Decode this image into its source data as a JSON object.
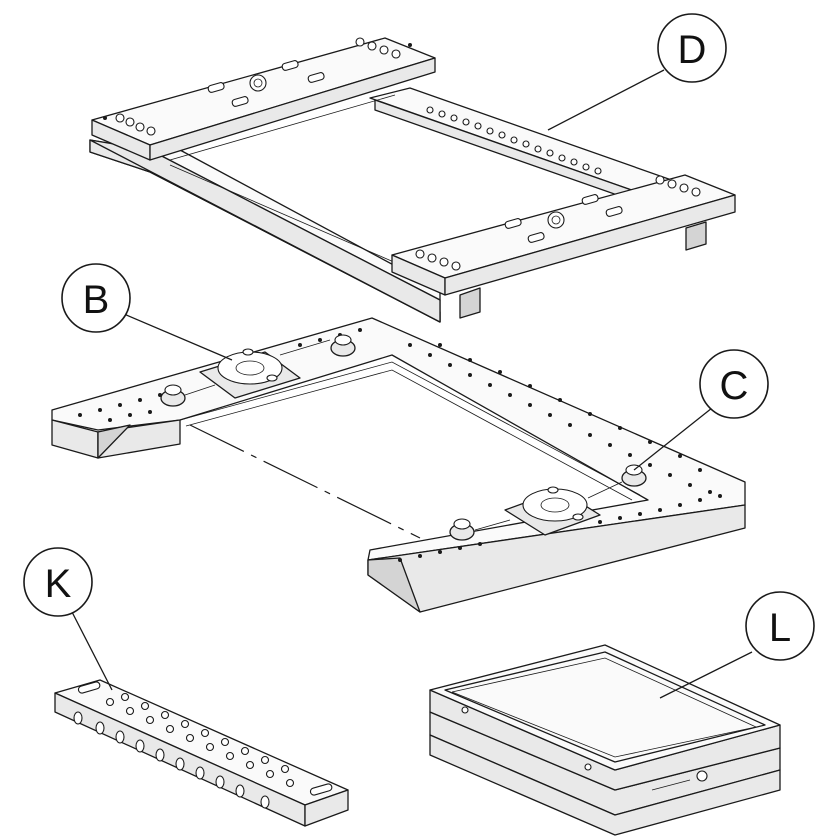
{
  "callouts": [
    {
      "id": "D",
      "label": "D"
    },
    {
      "id": "B",
      "label": "B"
    },
    {
      "id": "C",
      "label": "C"
    },
    {
      "id": "K",
      "label": "K"
    },
    {
      "id": "L",
      "label": "L"
    }
  ],
  "colors": {
    "line": "#1a1a1a",
    "background": "#ffffff",
    "face_shade": "#e9e9e9"
  }
}
